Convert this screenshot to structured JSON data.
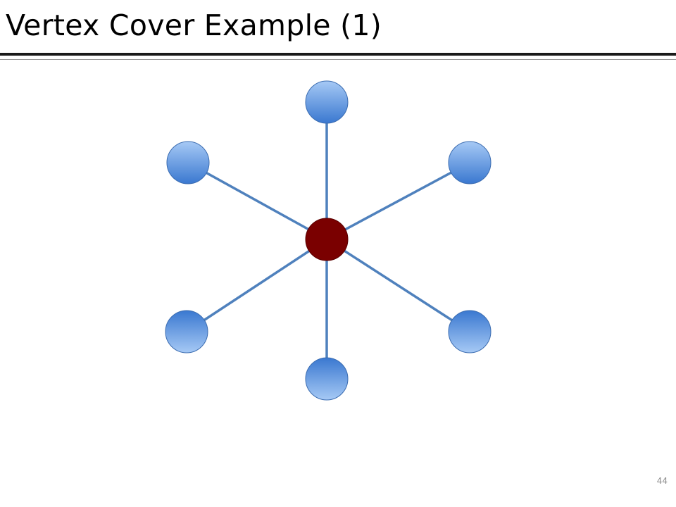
{
  "slide": {
    "title": "Vertex Cover Example (1)",
    "page_number": "44"
  },
  "graph": {
    "nodes": [
      {
        "id": "center",
        "role": "selected"
      },
      {
        "id": "top",
        "role": "plain"
      },
      {
        "id": "upper-left",
        "role": "plain"
      },
      {
        "id": "upper-right",
        "role": "plain"
      },
      {
        "id": "lower-left",
        "role": "plain"
      },
      {
        "id": "lower-right",
        "role": "plain"
      },
      {
        "id": "bottom",
        "role": "plain"
      }
    ],
    "edges": [
      [
        "center",
        "top"
      ],
      [
        "center",
        "upper-left"
      ],
      [
        "center",
        "upper-right"
      ],
      [
        "center",
        "lower-left"
      ],
      [
        "center",
        "lower-right"
      ],
      [
        "center",
        "bottom"
      ]
    ]
  },
  "colors": {
    "edge": "#4f81bd",
    "node_light": "#a6c9f5",
    "node_dark": "#3a78d0",
    "node_stroke": "#3b6cb0",
    "selected_fill": "#7a0000",
    "selected_stroke": "#5a0000"
  }
}
